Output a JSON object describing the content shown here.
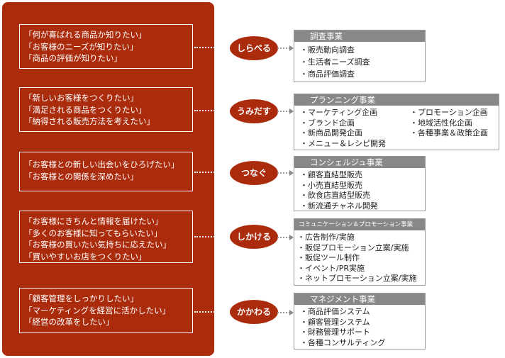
{
  "rows": [
    {
      "needs": [
        "「何が喜ばれる商品か知りたい」",
        "「お客様のニーズが知りたい」",
        "「商品の評価が知りたい」"
      ],
      "verb": "しらべる",
      "business_title": "調査事業",
      "items": [
        "・販売動向調査",
        "・生活者ニーズ調査",
        "・商品評価調査"
      ],
      "items2": []
    },
    {
      "needs": [
        "「新しいお客様をつくりたい」",
        "「満足される商品をつくりたい」",
        "「納得される販売方法を考えたい」"
      ],
      "verb": "うみだす",
      "business_title": "プランニング事業",
      "items": [
        "・マーケティング企画",
        "・ブランド企画",
        "・新商品開発企画",
        "・メニュー＆レシピ開発"
      ],
      "items2": [
        "・プロモーション企画",
        "・地域活性化企画",
        "・各種事業＆政策企画"
      ]
    },
    {
      "needs": [
        "「お客様との新しい出会いをひろげたい」",
        "「お客様との関係を深めたい」"
      ],
      "verb": "つなぐ",
      "business_title": "コンシェルジュ事業",
      "items": [
        "・顧客直結型販売",
        "・小売直結型販売",
        "・飲食店直結型販売",
        "・新流通チャネル開発"
      ],
      "items2": []
    },
    {
      "needs": [
        "「お客様にきちんと情報を届けたい」",
        "「多くのお客様に知ってもらいたい」",
        "「お客様の買いたい気持ちに応えたい」",
        "「買いやすいお店をつくりたい」"
      ],
      "verb": "しかける",
      "business_title": "コミュニケーション＆プロモーション事業",
      "items": [
        "・広告制作/実施",
        "・販促プロモーション立案/実施",
        "・販促ツール制作",
        "・イベント/PR実施",
        "・ネットプロモーション立案/実施"
      ],
      "items2": []
    },
    {
      "needs": [
        "「顧客管理をしっかりしたい」",
        "「マーケティングを経営に活かしたい」",
        "「経営の改革をしたい」"
      ],
      "verb": "かかわる",
      "business_title": "マネジメント事業",
      "items": [
        "・商品評価システム",
        "・顧客管理システム",
        "・財務管理サポート",
        "・各種コンサルティング"
      ],
      "items2": []
    }
  ]
}
